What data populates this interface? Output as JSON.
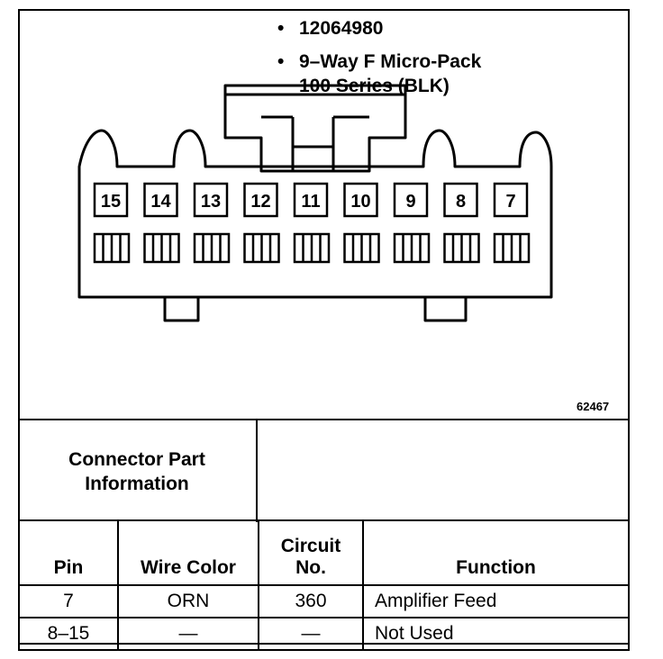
{
  "figure_number": "62467",
  "connector": {
    "cavity_labels": [
      "15",
      "14",
      "13",
      "12",
      "11",
      "10",
      "9",
      "8",
      "7"
    ]
  },
  "info": {
    "heading_line1": "Connector Part",
    "heading_line2": "Information",
    "bullet": "•",
    "part_number": "12064980",
    "description_line1": "9–Way F Micro-Pack",
    "description_line2": "100 Series (BLK)"
  },
  "table": {
    "headers": {
      "pin": "Pin",
      "wire_color": "Wire Color",
      "circuit_line1": "Circuit",
      "circuit_line2": "No.",
      "function": "Function"
    },
    "rows": [
      {
        "pin": "7",
        "wire_color": "ORN",
        "circuit": "360",
        "function": "Amplifier Feed"
      },
      {
        "pin": "8–15",
        "wire_color": "—",
        "circuit": "—",
        "function": "Not Used"
      }
    ]
  }
}
